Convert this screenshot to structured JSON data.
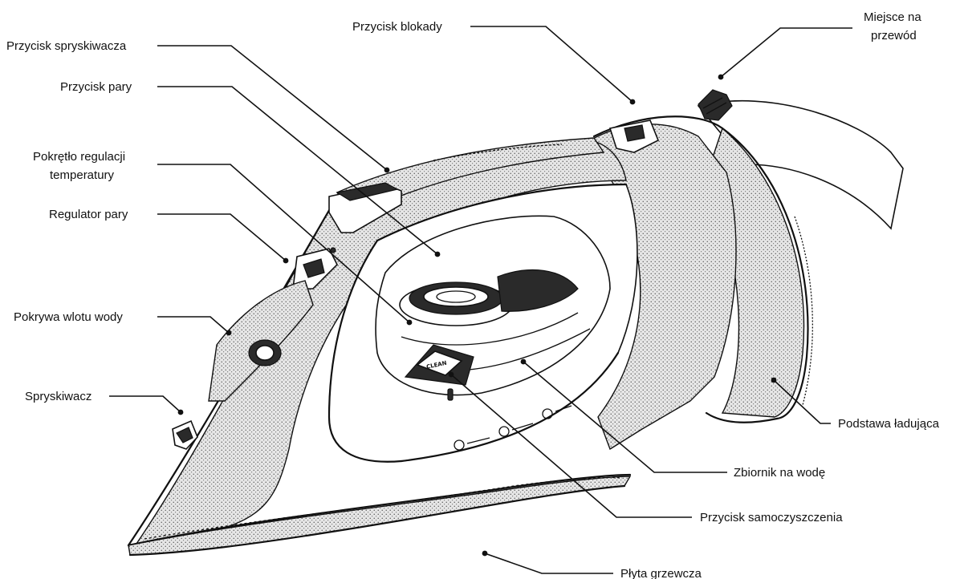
{
  "labels": {
    "spray_button": "Przycisk spryskiwacza",
    "steam_button": "Przycisk pary",
    "temp_dial_line1": "Pokrętło regulacji",
    "temp_dial_line2": "temperatury",
    "steam_regulator": "Regulator pary",
    "water_inlet_cover": "Pokrywa wlotu wody",
    "sprayer": "Spryskiwacz",
    "lock_button": "Przycisk blokady",
    "cord_place_line1": "Miejsce na",
    "cord_place_line2": "przewód",
    "charging_base": "Podstawa ładująca",
    "water_tank": "Zbiornik na wodę",
    "self_clean_button": "Przycisk samoczyszczenia",
    "soleplate": "Płyta grzewcza"
  },
  "device_markings": {
    "clean_badge": "CLEAN"
  }
}
